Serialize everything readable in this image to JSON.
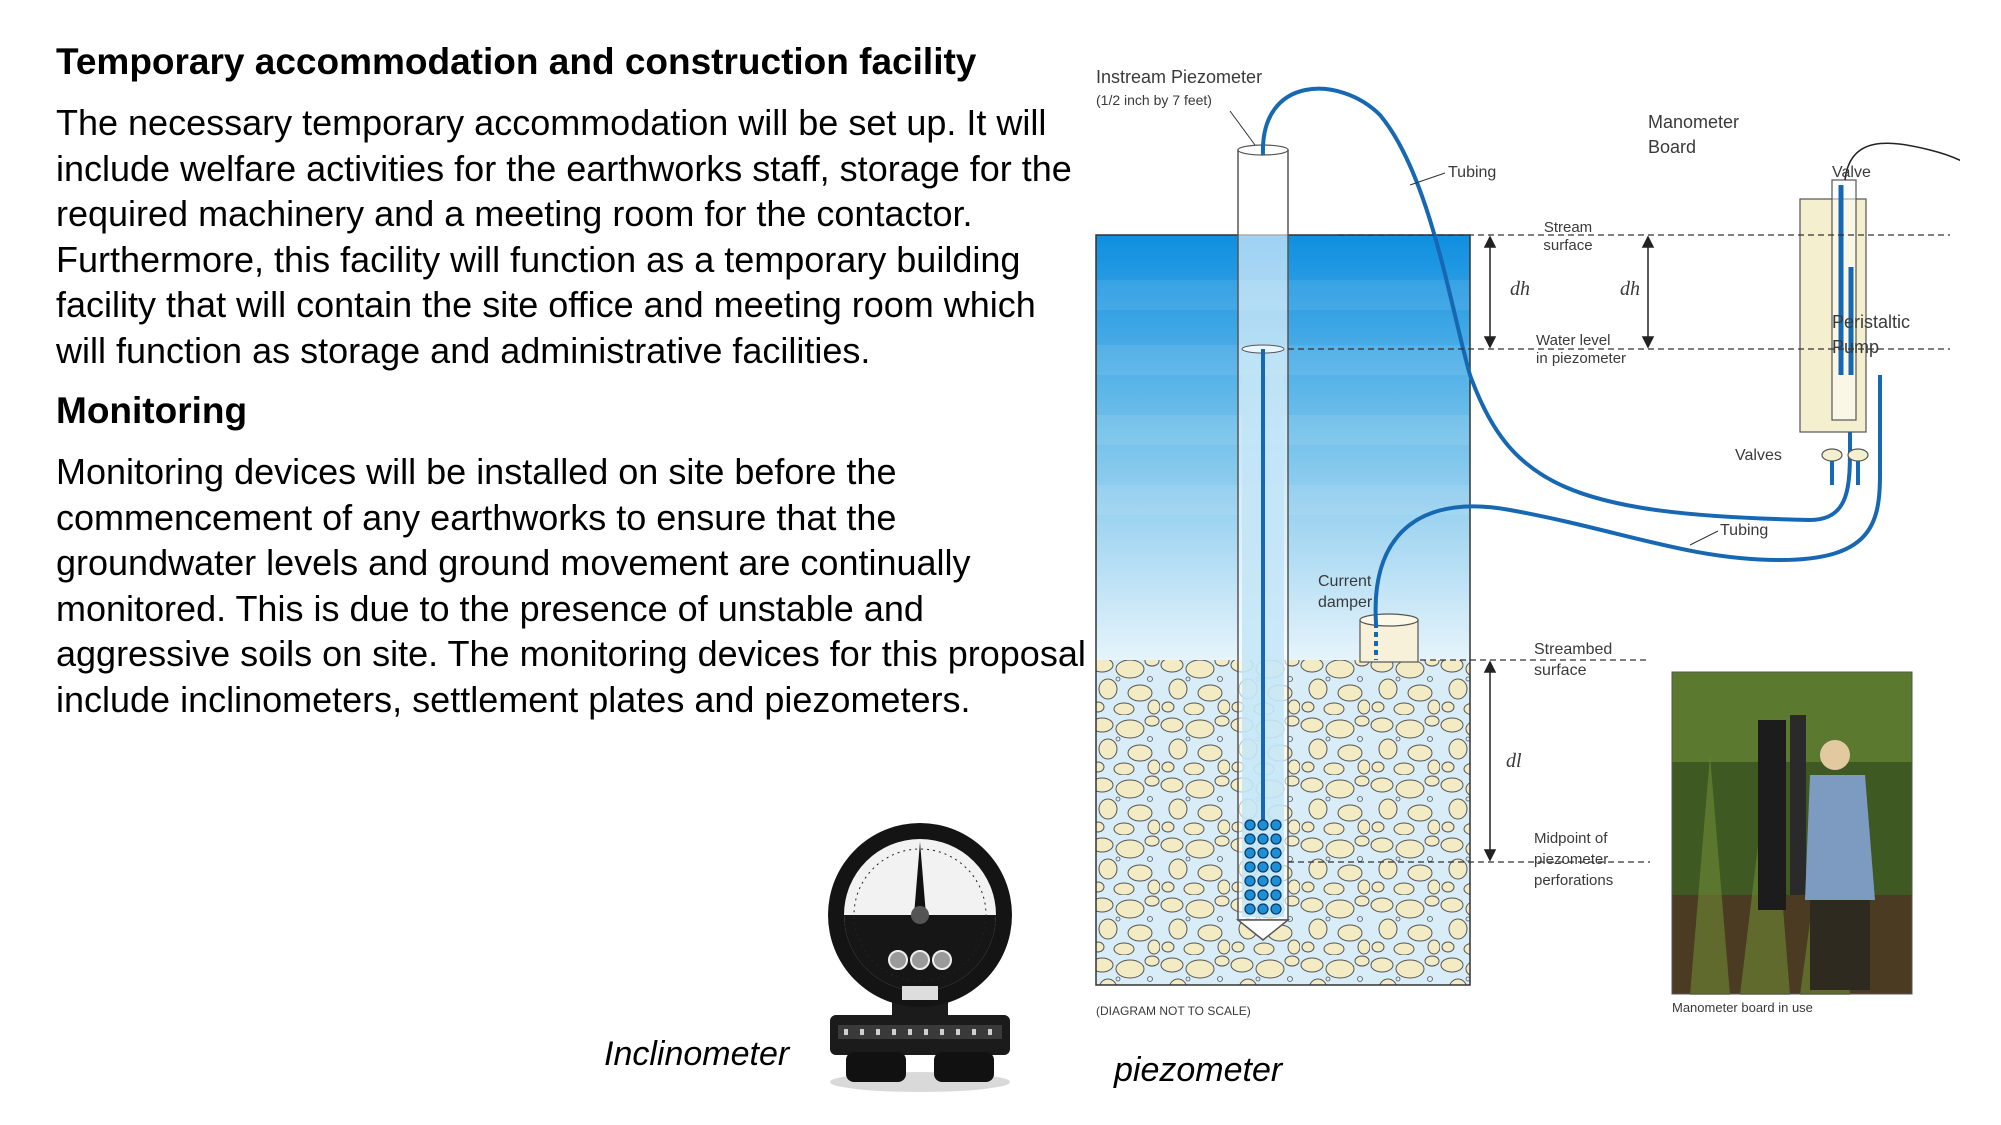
{
  "text": {
    "heading1": "Temporary accommodation and construction facility",
    "para1": "The necessary temporary accommodation will be set up. It will include welfare activities for the earthworks staff, storage for the required machinery and a meeting room for the contactor. Furthermore, this facility will function as a temporary building facility that will contain the site office and meeting room which will function as storage and administrative facilities.",
    "heading2": "Monitoring",
    "para2": "Monitoring devices will be installed on site before the commencement of any earthworks to ensure that the groundwater levels and ground movement are continually monitored. This is due to the presence of unstable and aggressive soils on site. The monitoring devices for this proposal include inclinometers, settlement plates and piezometers."
  },
  "captions": {
    "inclinometer": "Inclinometer",
    "piezometer": "piezometer"
  },
  "diagram": {
    "instream_piezometer": "Instream Piezometer",
    "piezometer_size": "(1/2 inch by 7 feet)",
    "tubing_top": "Tubing",
    "manometer_board_1": "Manometer",
    "manometer_board_2": "Board",
    "valve": "Valve",
    "stream_surface_1": "Stream",
    "stream_surface_2": "surface",
    "dh_left": "dh",
    "dh_right": "dh",
    "water_level_1": "Water level",
    "water_level_2": "in piezometer",
    "peristaltic_1": "Peristaltic",
    "peristaltic_2": "Pump",
    "valves": "Valves",
    "tubing_bottom": "Tubing",
    "current_damper_1": "Current",
    "current_damper_2": "damper",
    "streambed_1": "Streambed",
    "streambed_2": "surface",
    "dl": "dl",
    "midpoint_1": "Midpoint of",
    "midpoint_2": "piezometer",
    "midpoint_3": "perforations",
    "not_to_scale": "(DIAGRAM NOT TO SCALE)",
    "photo_caption": "Manometer board in use"
  },
  "colors": {
    "water_top": "#0f8fe0",
    "water_bottom": "#e6f4fb",
    "tubing": "#1668b3",
    "board": "#f4efcf",
    "gravel": "#f3ebc4"
  }
}
